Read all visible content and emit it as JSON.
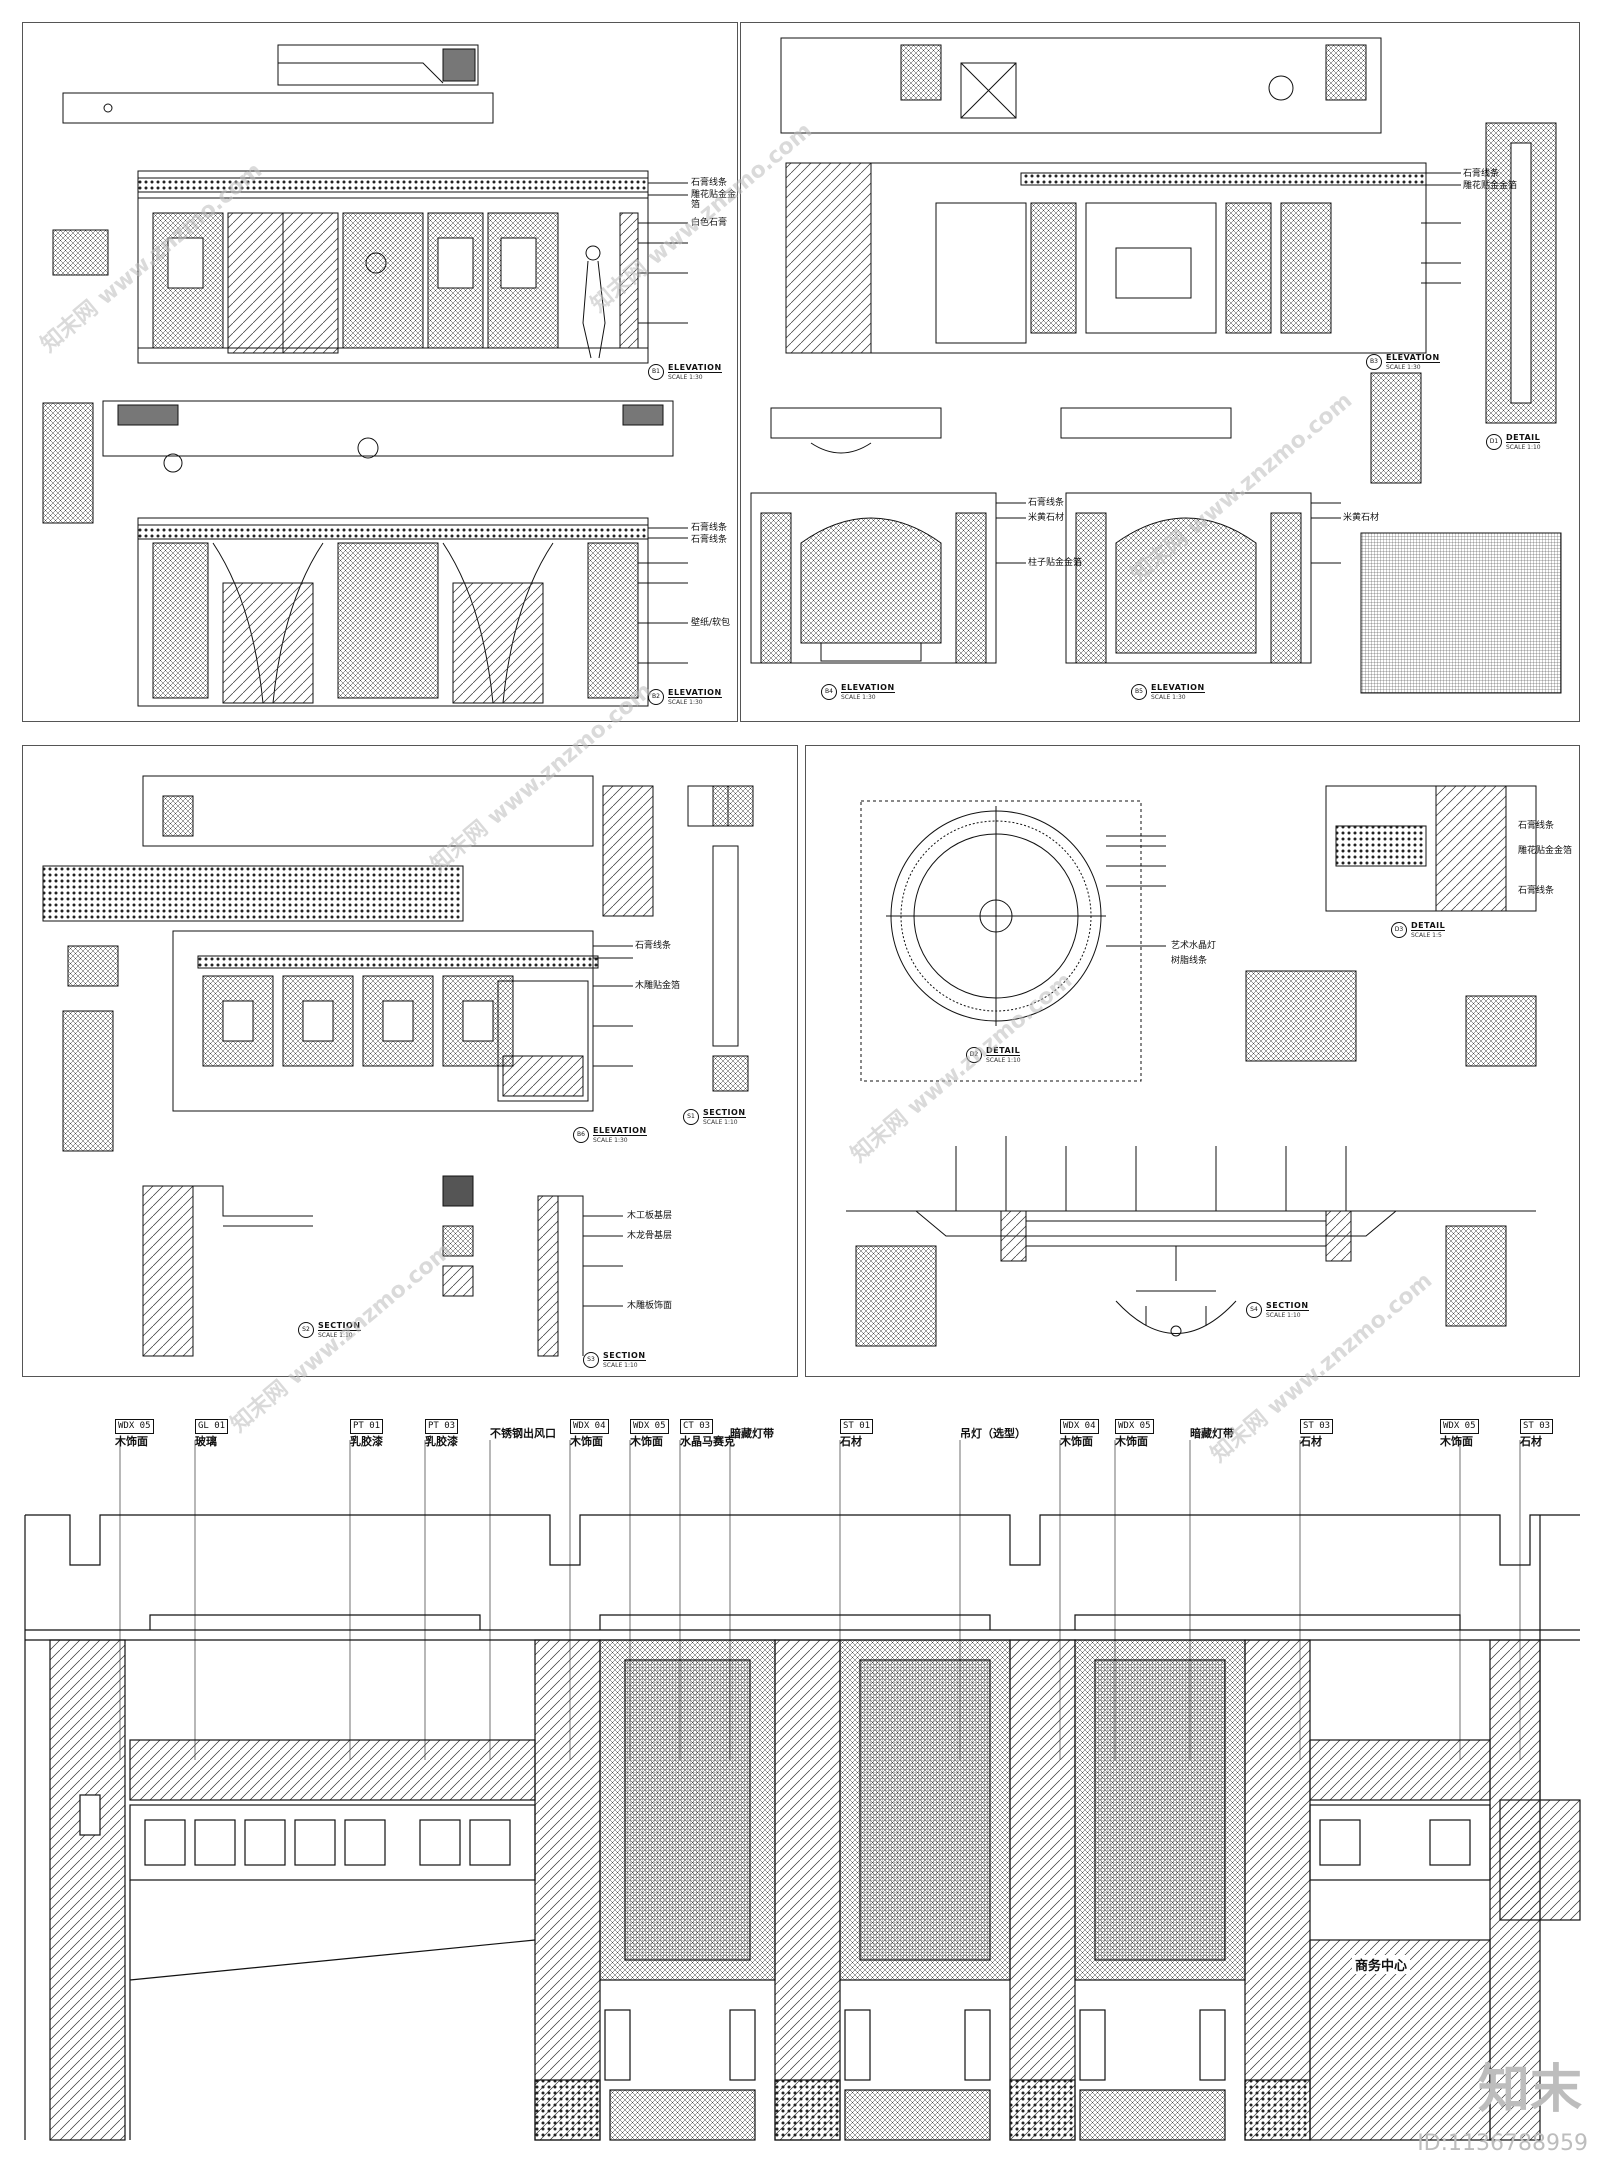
{
  "sheets": {
    "s1": {
      "titles": [
        {
          "num": "B1",
          "title": "ELEVATION",
          "scale": "SCALE 1:30"
        },
        {
          "num": "B2",
          "title": "ELEVATION",
          "scale": "SCALE 1:30"
        }
      ],
      "notes": [
        "石膏线条",
        "雕花贴金金箔",
        "石膏线条",
        "白色石膏",
        "石膏线条",
        "壁纸/软包"
      ]
    },
    "s2": {
      "titles": [
        {
          "num": "B3",
          "title": "ELEVATION",
          "scale": "SCALE 1:30"
        },
        {
          "num": "B4",
          "title": "ELEVATION",
          "scale": "SCALE 1:30"
        },
        {
          "num": "B5",
          "title": "ELEVATION",
          "scale": "SCALE 1:30"
        },
        {
          "num": "D1",
          "title": "DETAIL",
          "scale": "SCALE 1:10"
        }
      ],
      "notes": [
        "石膏线条",
        "雕花贴金金箔",
        "石膏线条",
        "米黄石材",
        "柱子贴金金箔",
        "米黄石材"
      ]
    },
    "s3": {
      "titles": [
        {
          "num": "B6",
          "title": "ELEVATION",
          "scale": "SCALE 1:30"
        },
        {
          "num": "S1",
          "title": "SECTION",
          "scale": "SCALE 1:10"
        },
        {
          "num": "S2",
          "title": "SECTION",
          "scale": "SCALE 1:10"
        },
        {
          "num": "S3",
          "title": "SECTION",
          "scale": "SCALE 1:10"
        }
      ],
      "notes": [
        "木工板基层",
        "木龙骨基层",
        "石膏线条",
        "木雕贴金箔",
        "木雕板饰面"
      ]
    },
    "s4": {
      "titles": [
        {
          "num": "D2",
          "title": "DETAIL",
          "scale": "SCALE 1:10"
        },
        {
          "num": "D3",
          "title": "DETAIL",
          "scale": "SCALE 1:5"
        },
        {
          "num": "S4",
          "title": "SECTION",
          "scale": "SCALE 1:10"
        }
      ],
      "notes": [
        "石膏线条",
        "雕花贴金金箔",
        "石膏线条",
        "树脂线条",
        "艺术水晶灯"
      ]
    }
  },
  "main_labels": [
    {
      "code": "WDX 05",
      "text": "木饰面"
    },
    {
      "code": "GL 01",
      "text": "玻璃"
    },
    {
      "code": "PT 01",
      "text": "乳胶漆"
    },
    {
      "code": "PT 03",
      "text": "乳胶漆"
    },
    {
      "code": "",
      "text": "不锈钢出风口"
    },
    {
      "code": "WDX 04",
      "text": "木饰面"
    },
    {
      "code": "WDX 05",
      "text": "木饰面"
    },
    {
      "code": "CT 03",
      "text": "水晶马赛克"
    },
    {
      "code": "",
      "text": "暗藏灯带"
    },
    {
      "code": "ST 01",
      "text": "石材"
    },
    {
      "code": "",
      "text": "吊灯（选型）"
    },
    {
      "code": "WDX 04",
      "text": "木饰面"
    },
    {
      "code": "WDX 05",
      "text": "木饰面"
    },
    {
      "code": "",
      "text": "暗藏灯带"
    },
    {
      "code": "ST 03",
      "text": "石材"
    },
    {
      "code": "WDX 05",
      "text": "木饰面"
    },
    {
      "code": "ST 03",
      "text": "石材"
    }
  ],
  "signage": "商务中心",
  "watermark": "知末网 www.znzmo.com",
  "brand": "知末",
  "image_id": "ID:1136788959",
  "colors": {
    "line": "#111111",
    "hatch": "#555555",
    "paper": "#ffffff",
    "watermark": "#bcbcbc"
  }
}
